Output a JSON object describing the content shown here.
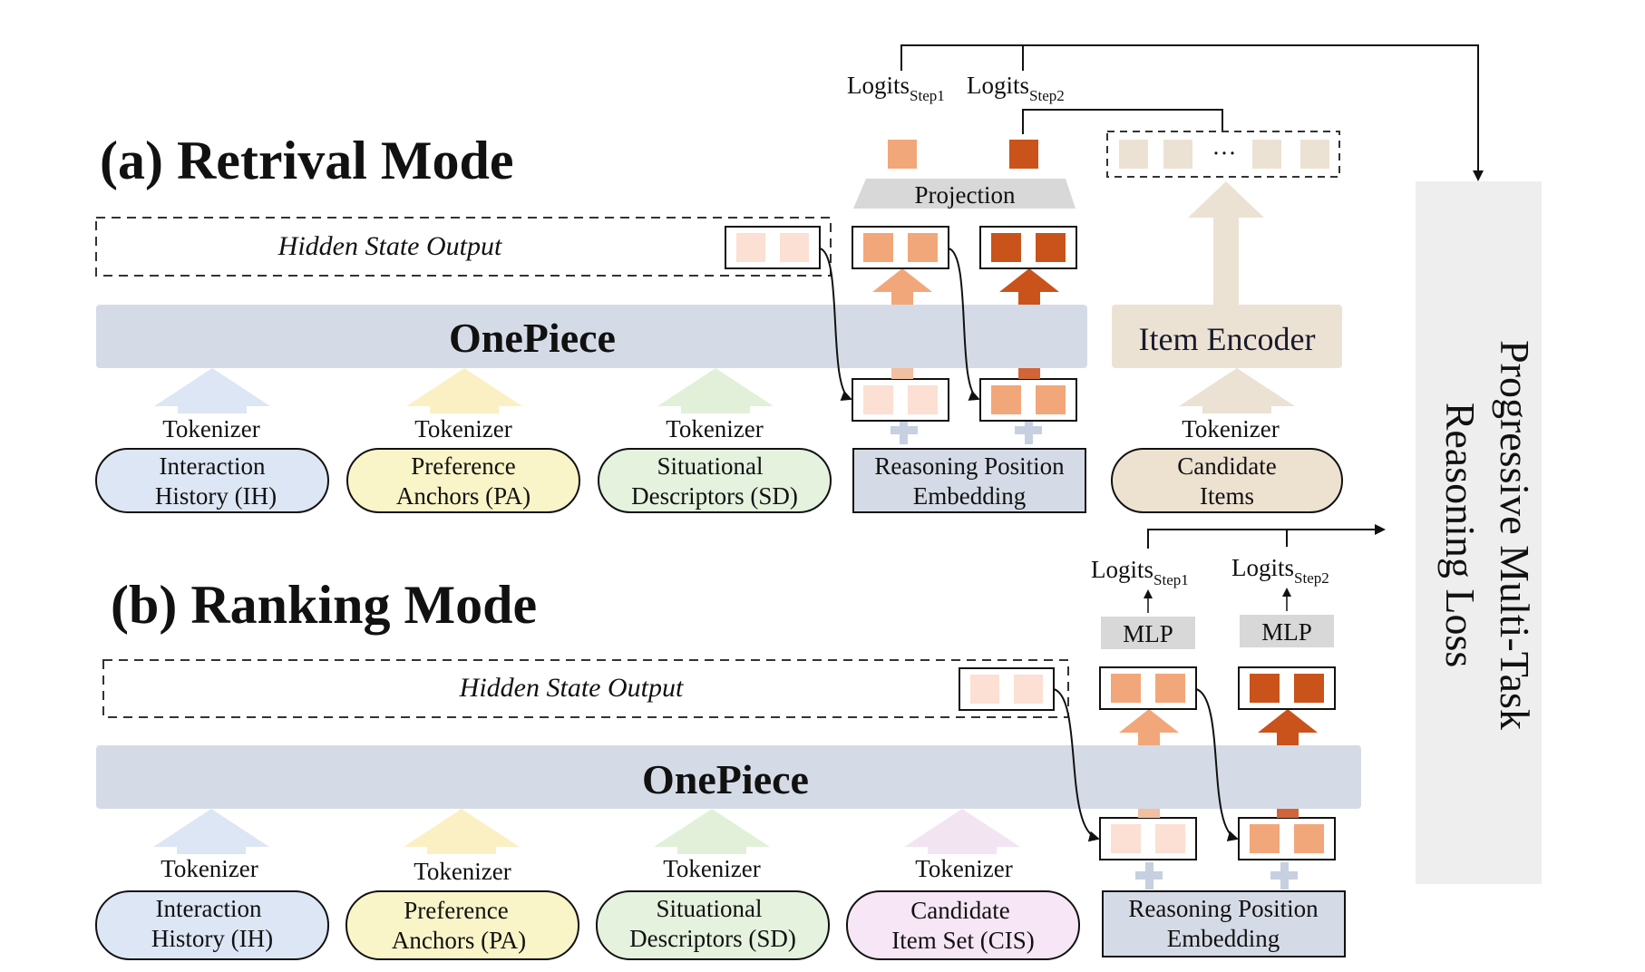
{
  "retrieval": {
    "title": "(a) Retrival Mode",
    "hidden_state": "Hidden State Output",
    "model": "OnePiece",
    "tokenizer": "Tokenizer",
    "inputs": [
      {
        "line1": "Interaction",
        "line2": "History (IH)",
        "color": "#dde6f4"
      },
      {
        "line1": "Preference",
        "line2": "Anchors (PA)",
        "color": "#faf5c8"
      },
      {
        "line1": "Situational",
        "line2": "Descriptors (SD)",
        "color": "#e4f2de"
      }
    ],
    "rpe": {
      "line1": "Reasoning Position",
      "line2": "Embedding"
    },
    "projection": "Projection",
    "logits1": {
      "main": "Logits",
      "sub": "Step1"
    },
    "logits2": {
      "main": "Logits",
      "sub": "Step2"
    },
    "ellipsis": "···",
    "item_encoder": "Item Encoder",
    "candidate": {
      "line1": "Candidate",
      "line2": "Items",
      "color": "#ede1d0"
    }
  },
  "ranking": {
    "title": "(b) Ranking Mode",
    "hidden_state": "Hidden State Output",
    "model": "OnePiece",
    "tokenizer": "Tokenizer",
    "inputs": [
      {
        "line1": "Interaction",
        "line2": "History (IH)",
        "color": "#dde6f4"
      },
      {
        "line1": "Preference",
        "line2": "Anchors (PA)",
        "color": "#faf5c8"
      },
      {
        "line1": "Situational",
        "line2": "Descriptors (SD)",
        "color": "#e4f2de"
      },
      {
        "line1": "Candidate",
        "line2": "Item Set (CIS)",
        "color": "#f7e6f5"
      }
    ],
    "rpe": {
      "line1": "Reasoning Position",
      "line2": "Embedding"
    },
    "mlp": "MLP",
    "logits1": {
      "main": "Logits",
      "sub": "Step1"
    },
    "logits2": {
      "main": "Logits",
      "sub": "Step2"
    }
  },
  "loss": {
    "line1": "Progressive Multi-Task",
    "line2": "Reasoning Loss"
  },
  "colors": {
    "onepiece_bar": "#d5dbe6",
    "light_peach": "#fbe0d3",
    "mid_orange": "#f2a77a",
    "dark_orange": "#c9531b",
    "item_beige": "#ece2d3",
    "loss_panel": "#eeeeee"
  }
}
